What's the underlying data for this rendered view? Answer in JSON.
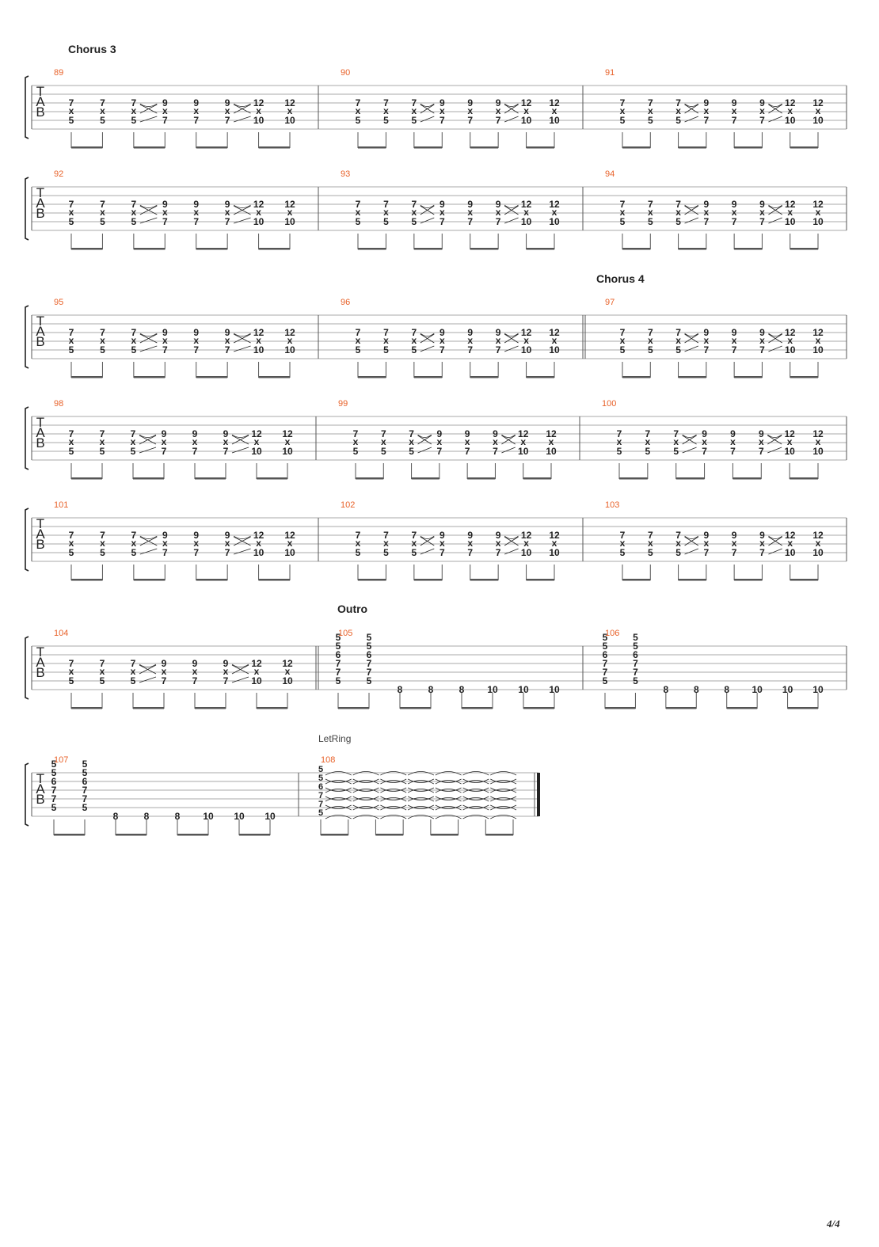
{
  "sections": [
    {
      "label": "Chorus 3",
      "row": 0,
      "measure_index": 0
    },
    {
      "label": "Chorus 4",
      "row": 2,
      "measure_index": 2
    },
    {
      "label": "Outro",
      "row": 5,
      "measure_index": 1
    }
  ],
  "let_ring_label": "LetRing",
  "page_number": "4/4",
  "tab_clef": [
    "T",
    "A",
    "B"
  ],
  "colors": {
    "measure_number": "#e8622a",
    "staff_line": "#aaaaaa",
    "ink": "#222222"
  },
  "rows": [
    {
      "measures": [
        {
          "number": "89",
          "pattern": "chorus"
        },
        {
          "number": "90",
          "pattern": "chorus"
        },
        {
          "number": "91",
          "pattern": "chorus"
        }
      ]
    },
    {
      "measures": [
        {
          "number": "92",
          "pattern": "chorus"
        },
        {
          "number": "93",
          "pattern": "chorus"
        },
        {
          "number": "94",
          "pattern": "chorus"
        }
      ]
    },
    {
      "measures": [
        {
          "number": "95",
          "pattern": "chorus"
        },
        {
          "number": "96",
          "pattern": "chorus"
        },
        {
          "number": "97",
          "pattern": "chorus",
          "double_bar_before": true
        }
      ]
    },
    {
      "measures": [
        {
          "number": "98",
          "pattern": "chorus"
        },
        {
          "number": "99",
          "pattern": "chorus"
        },
        {
          "number": "100",
          "pattern": "chorus"
        }
      ]
    },
    {
      "measures": [
        {
          "number": "101",
          "pattern": "chorus"
        },
        {
          "number": "102",
          "pattern": "chorus"
        },
        {
          "number": "103",
          "pattern": "chorus"
        }
      ]
    },
    {
      "measures": [
        {
          "number": "104",
          "pattern": "chorus"
        },
        {
          "number": "105",
          "pattern": "outro",
          "double_bar_before": true
        },
        {
          "number": "106",
          "pattern": "outro"
        }
      ]
    },
    {
      "measures": [
        {
          "number": "107",
          "pattern": "outro"
        },
        {
          "number": "108",
          "pattern": "letring",
          "final_bar": true
        }
      ]
    }
  ],
  "patterns": {
    "chorus": {
      "beats": [
        {
          "string1": "7",
          "string2": "x",
          "string3": "5"
        },
        {
          "string1": "7",
          "string2": "x",
          "string3": "5"
        },
        {
          "string1": "7",
          "string2": "x",
          "string3": "5"
        },
        {
          "string1": "9",
          "string2": "x",
          "string3": "7"
        },
        {
          "string1": "9",
          "string2": "x",
          "string3": "7"
        },
        {
          "string1": "9",
          "string2": "x",
          "string3": "7"
        },
        {
          "string1": "12",
          "string2": "x",
          "string3": "10"
        },
        {
          "string1": "12",
          "string2": "x",
          "string3": "10"
        }
      ],
      "slides_after_beats": [
        2,
        5
      ]
    },
    "outro": {
      "chord": [
        "5",
        "5",
        "6",
        "7",
        "7",
        "5"
      ],
      "chord_beats": 2,
      "bass_notes": [
        "8",
        "8",
        "8",
        "10",
        "10",
        "10"
      ]
    },
    "letring": {
      "chord": [
        "5",
        "5",
        "6",
        "7",
        "7",
        "5"
      ],
      "tied_beats": 7
    }
  }
}
